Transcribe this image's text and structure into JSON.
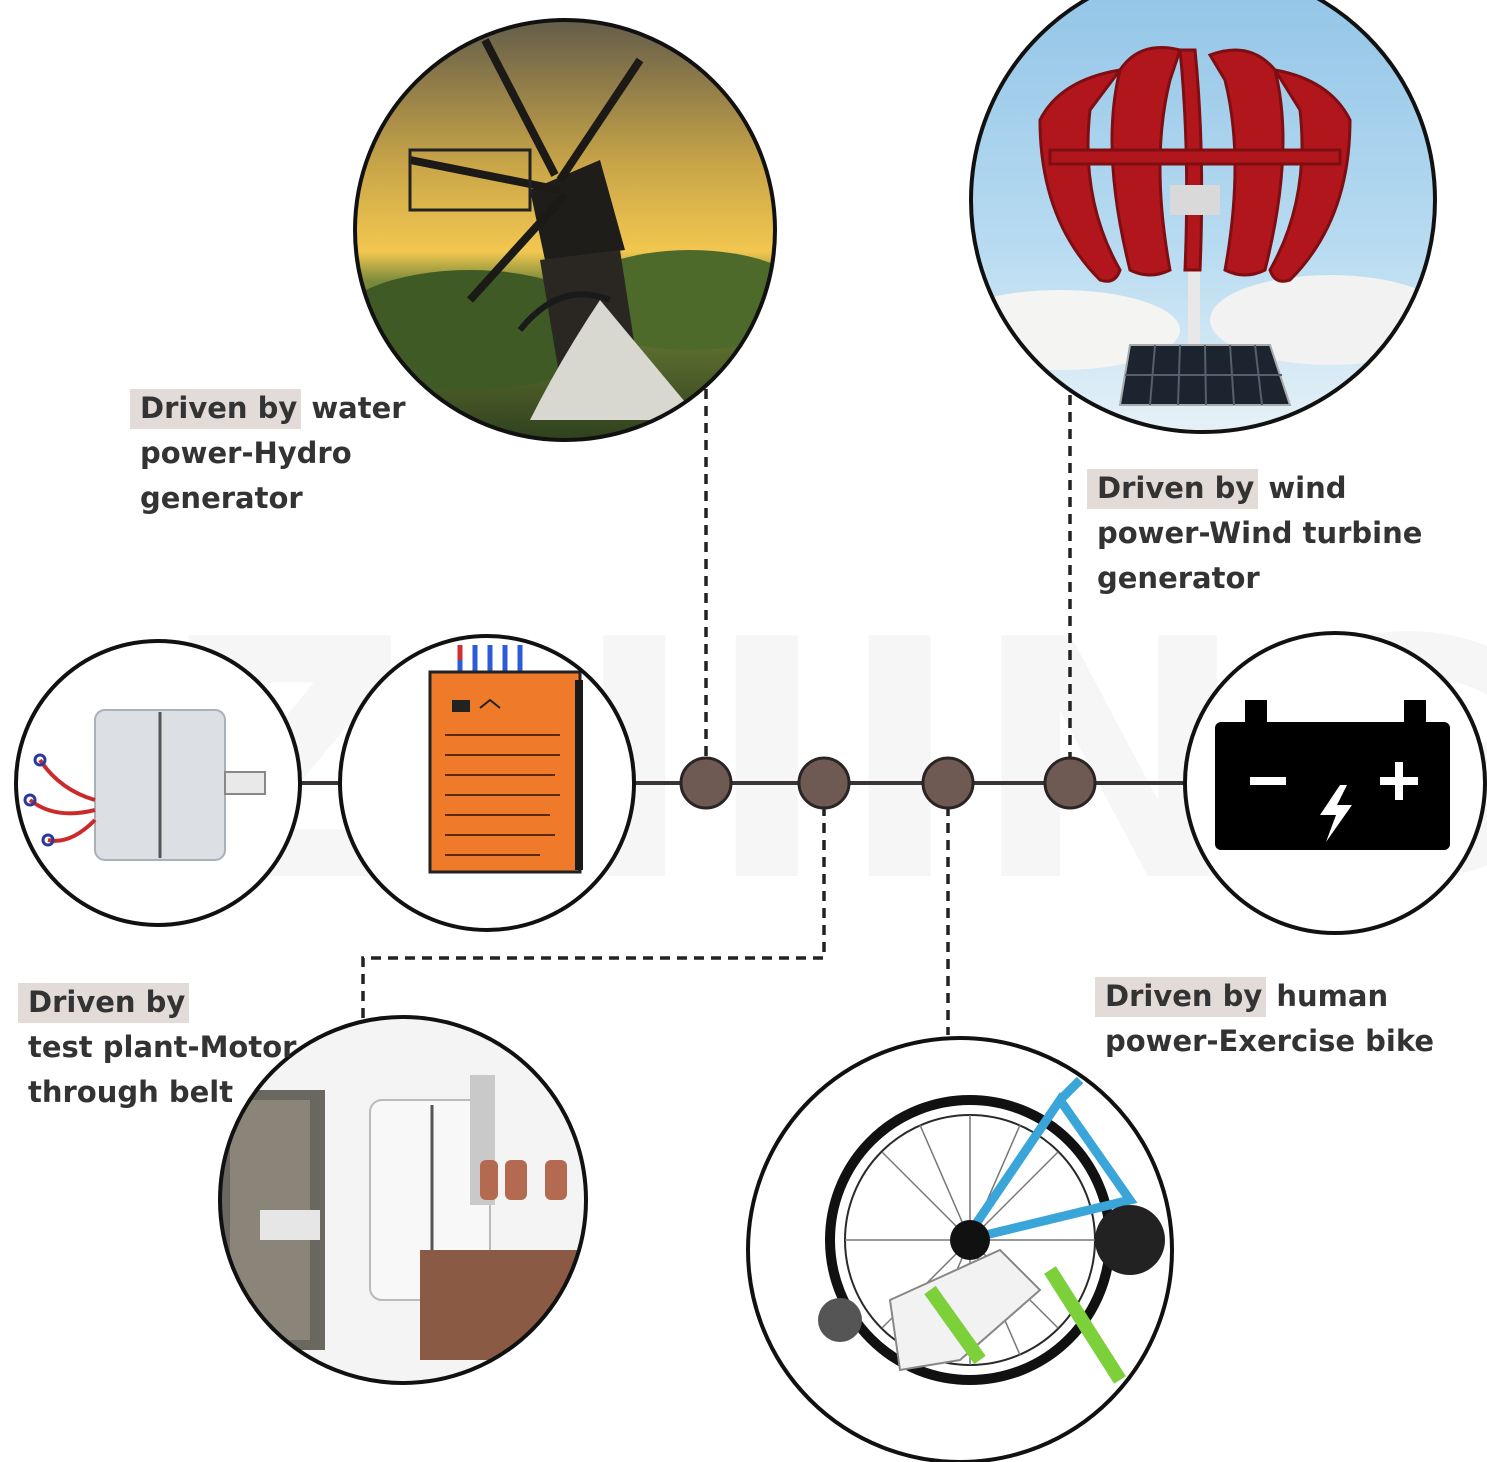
{
  "watermark": "ZHIINGO",
  "labels": {
    "water": {
      "highlight": "Driven by",
      "rest": " water",
      "line2": "power-Hydro",
      "line3": "generator"
    },
    "wind": {
      "highlight": "Driven by",
      "rest": " wind",
      "line2": "power-Wind turbine",
      "line3": "generator"
    },
    "motor": {
      "highlight": "Driven by",
      "rest": "",
      "line2": "test plant-Motor",
      "line3": "through belt"
    },
    "human": {
      "highlight": "Driven by",
      "rest": " human",
      "line2": "power-Exercise bike"
    }
  },
  "nodes": [
    {
      "name": "generator-photo",
      "icon": "generator-icon"
    },
    {
      "name": "controller-photo",
      "icon": "controller-icon"
    },
    {
      "name": "windmill-photo",
      "icon": "windmill-icon"
    },
    {
      "name": "wind-turbine-photo",
      "icon": "wind-turbine-icon"
    },
    {
      "name": "battery-node",
      "icon": "battery-icon"
    },
    {
      "name": "motor-belt-photo",
      "icon": "motor-icon"
    },
    {
      "name": "exercise-bike-photo",
      "icon": "bike-icon"
    }
  ],
  "colors": {
    "line": "#3a3535",
    "junction": "#6e5a52",
    "junction_border": "#2b2424",
    "label_highlight": "#e3dbd8",
    "label_text": "#333333",
    "turbine_red": "#b0161c",
    "controller_orange": "#ef7a2a",
    "sky_blue": "#8fc3e6"
  }
}
